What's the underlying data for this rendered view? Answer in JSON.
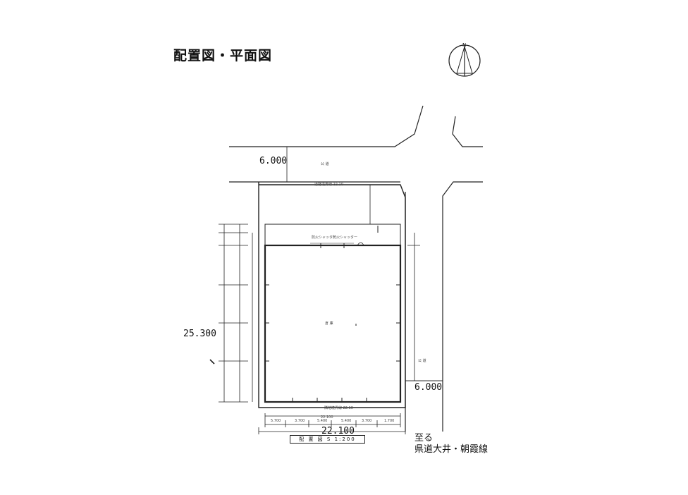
{
  "title": "配置図・平面図",
  "compass": {
    "label": "N"
  },
  "dimensions": {
    "road_north_width": "6.000",
    "road_east_width": "6.000",
    "site_depth": "25.300",
    "site_width": "22.100"
  },
  "destination": {
    "line1": "至る",
    "line2": "県道大井・朝霞線"
  },
  "scale_label": "配 置 図  S 1:200",
  "small_labels": {
    "road_north": "公 道",
    "road_east": "公 道",
    "building": "倉 庫"
  }
}
